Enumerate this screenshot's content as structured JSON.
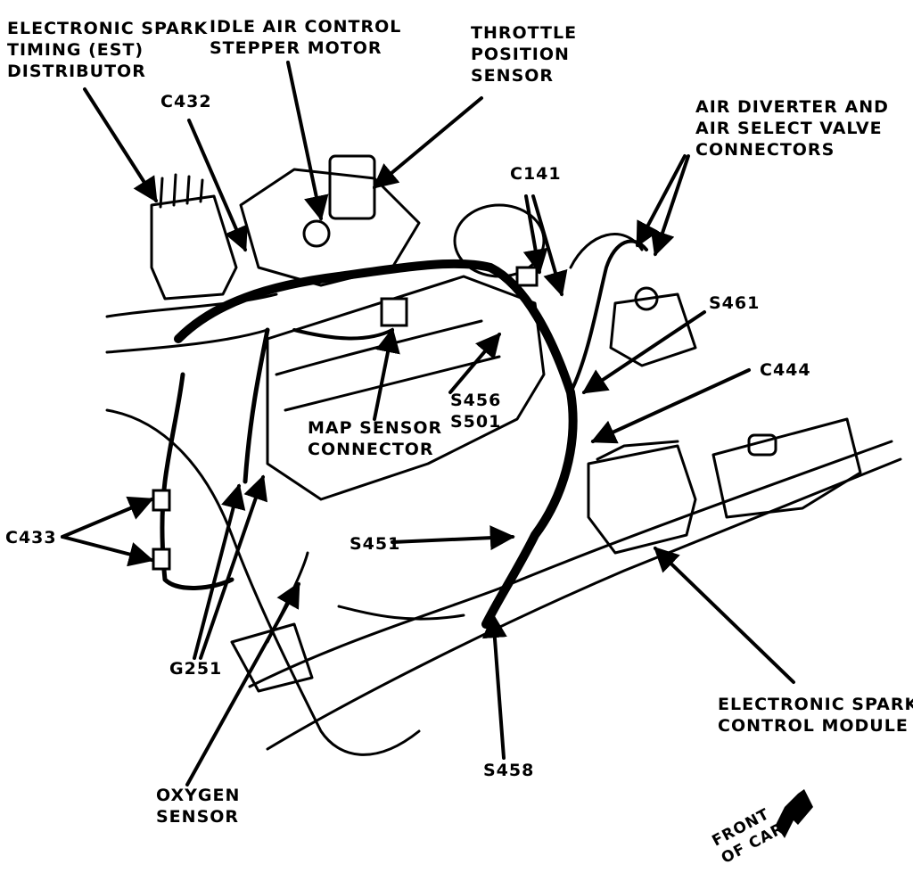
{
  "diagram": {
    "labels": {
      "est_distributor": [
        "ELECTRONIC SPARK",
        "TIMING (EST)",
        "DISTRIBUTOR"
      ],
      "idle_air_control": [
        "IDLE AIR CONTROL",
        "STEPPER MOTOR"
      ],
      "throttle_position": [
        "THROTTLE",
        "POSITION",
        "SENSOR"
      ],
      "air_diverter": [
        "AIR DIVERTER AND",
        "AIR SELECT VALVE",
        "CONNECTORS"
      ],
      "c432": "C432",
      "c141": "C141",
      "s461": "S461",
      "c444": "C444",
      "s456": "S456",
      "s501": "S501",
      "map_sensor": [
        "MAP SENSOR",
        "CONNECTOR"
      ],
      "c433": "C433",
      "s451": "S451",
      "g251": "G251",
      "esc_module": [
        "ELECTRONIC SPARK",
        "CONTROL MODULE"
      ],
      "s458": "S458",
      "oxygen_sensor": [
        "OXYGEN",
        "SENSOR"
      ],
      "front_of_car": [
        "FRONT",
        "OF CAR"
      ]
    }
  }
}
